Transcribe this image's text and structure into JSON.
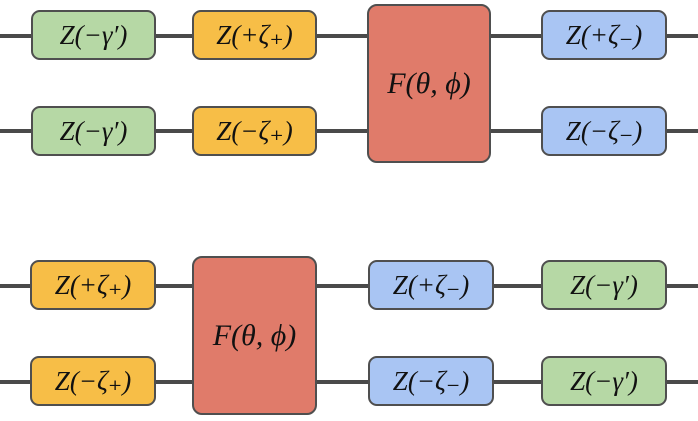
{
  "colors": {
    "wire": "#4a4a4a",
    "green": "#b6d8a5",
    "yellow": "#f7be47",
    "red": "#e07b6a",
    "blue": "#a9c5f3"
  },
  "circuit_top": {
    "wire1": {
      "gate_1": "Z(−γ′)",
      "gate_2": "Z(+ζ₊)",
      "gate_4": "Z(+ζ₋)"
    },
    "wire2": {
      "gate_1": "Z(−γ′)",
      "gate_2": "Z(−ζ₊)",
      "gate_4": "Z(−ζ₋)"
    },
    "two_qubit_gate": "F(θ, ϕ)"
  },
  "circuit_bottom": {
    "wire1": {
      "gate_1": "Z(+ζ₊)",
      "gate_3": "Z(+ζ₋)",
      "gate_4": "Z(−γ′)"
    },
    "wire2": {
      "gate_1": "Z(−ζ₊)",
      "gate_3": "Z(−ζ₋)",
      "gate_4": "Z(−γ′)"
    },
    "two_qubit_gate": "F(θ, ϕ)"
  }
}
